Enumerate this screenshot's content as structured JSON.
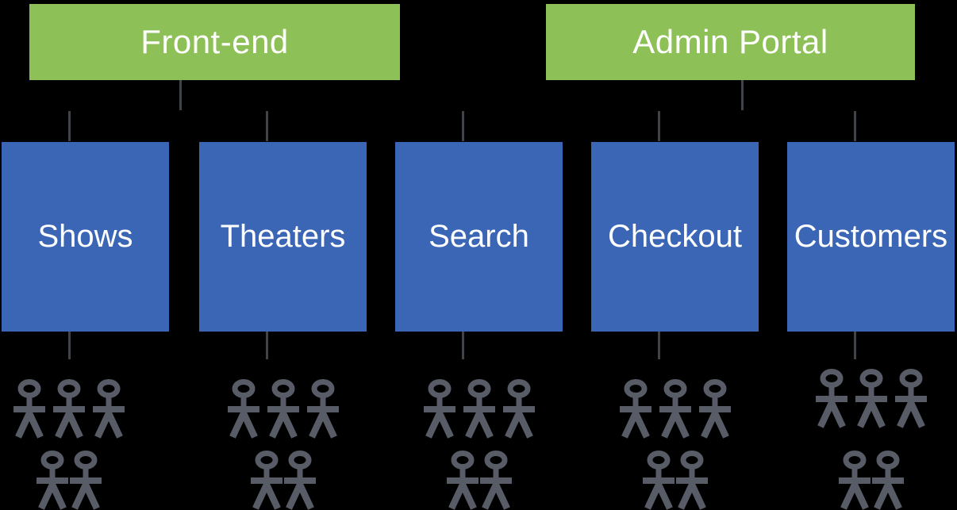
{
  "diagram": {
    "description": "Two portals fan out to five services, each service consumed by a group of five users"
  },
  "colors": {
    "canvas_black": "#000000",
    "portal_green": "#8DC056",
    "service_blue": "#3B66B5",
    "connector_gray": "#404449",
    "figure_gray": "#575C66",
    "label_white": "#FFFFFF"
  },
  "portals": [
    {
      "label": "Front-end"
    },
    {
      "label": "Admin Portal"
    }
  ],
  "services": [
    {
      "label": "Shows",
      "users_top_row": 3,
      "users_bottom_row": 2
    },
    {
      "label": "Theaters",
      "users_top_row": 3,
      "users_bottom_row": 2
    },
    {
      "label": "Search",
      "users_top_row": 3,
      "users_bottom_row": 2
    },
    {
      "label": "Checkout",
      "users_top_row": 3,
      "users_bottom_row": 2
    },
    {
      "label": "Customers",
      "users_top_row": 3,
      "users_bottom_row": 2
    }
  ]
}
